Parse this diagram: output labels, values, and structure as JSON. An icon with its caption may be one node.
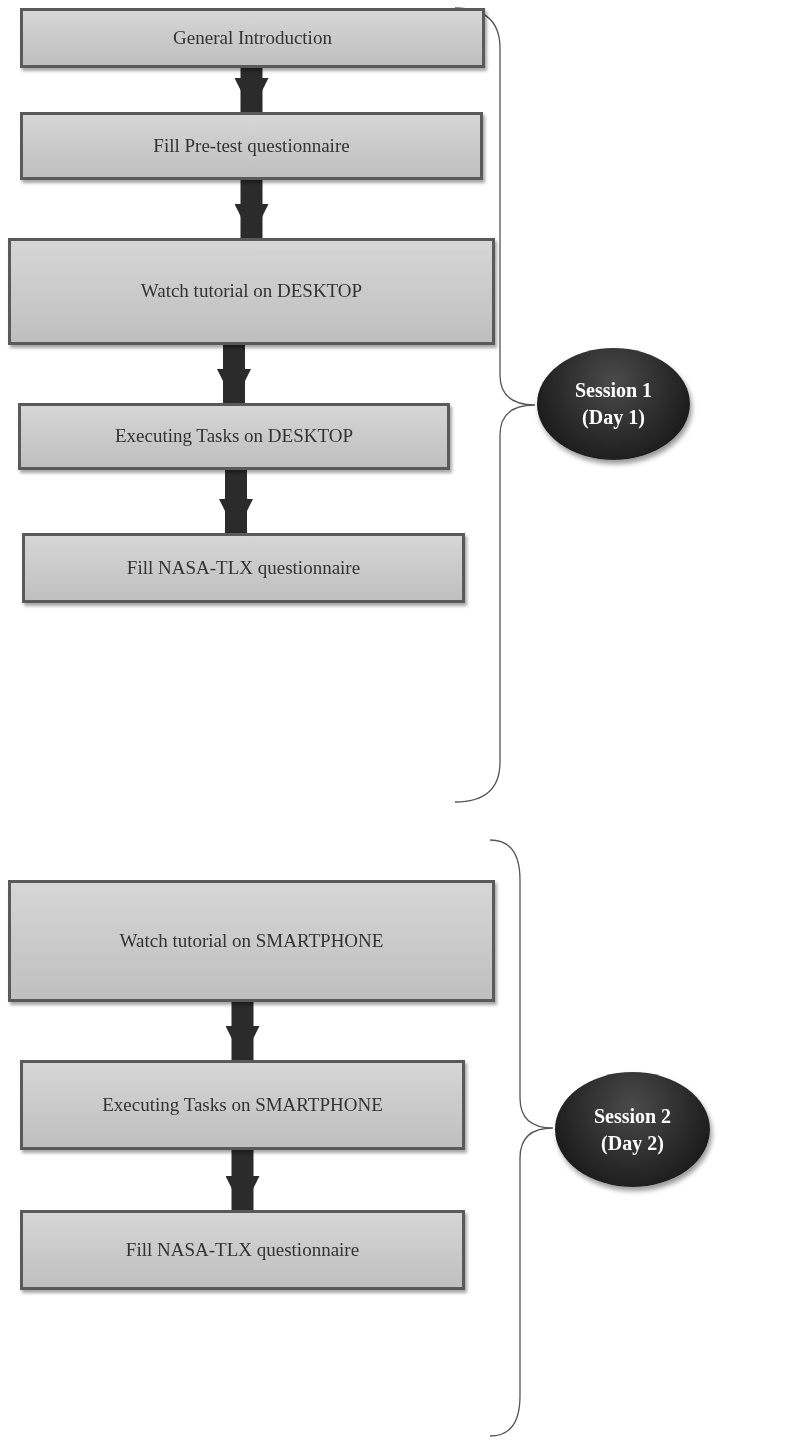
{
  "diagram": {
    "nodes": [
      {
        "text": [
          "General Introduction"
        ]
      },
      {
        "text": [
          "Fill Pre-test questionnaire"
        ]
      },
      {
        "text": [
          "Watch tutorial on DESKTOP"
        ]
      },
      {
        "text": [
          "Executing Tasks on DESKTOP"
        ]
      },
      {
        "text": [
          "Fill NASA-TLX questionnaire"
        ]
      },
      {
        "text": [
          "Session 1 (Day 1)"
        ]
      },
      {
        "text": [
          "Watch tutorial on SMARTPHONE"
        ]
      },
      {
        "text": [
          "Executing Tasks on SMARTPHONE"
        ]
      },
      {
        "text": [
          "Fill NASA-TLX questionnaire"
        ]
      },
      {
        "text": [
          "Session 2 (Day 2)"
        ]
      }
    ],
    "edges": [
      {
        "from": 0,
        "to": 1,
        "arrow": "to"
      },
      {
        "from": 1,
        "to": 2,
        "arrow": "to"
      },
      {
        "from": 2,
        "to": 3,
        "arrow": "to"
      },
      {
        "from": 3,
        "to": 4,
        "arrow": "to"
      },
      {
        "from": 6,
        "to": 7,
        "arrow": "to"
      },
      {
        "from": 7,
        "to": 8,
        "arrow": "to"
      }
    ]
  }
}
